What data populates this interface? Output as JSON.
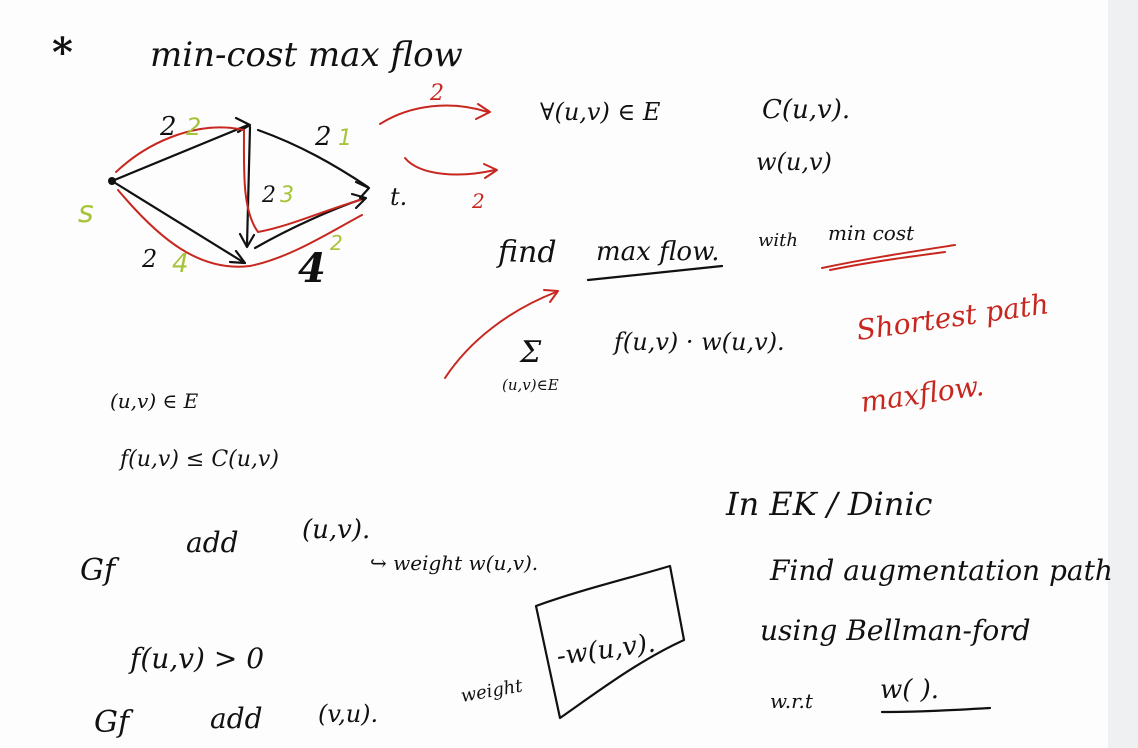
{
  "title": {
    "star": "*",
    "text": "min-cost max flow"
  },
  "graph": {
    "source_label": "s",
    "sink_label": "t.",
    "edges": [
      {
        "capacity": "2",
        "flow": "2"
      },
      {
        "capacity": "2",
        "flow": "1"
      },
      {
        "capacity": "2",
        "flow": "3"
      },
      {
        "capacity": "2",
        "flow": "4"
      },
      {
        "capacity": "4",
        "flow": "2"
      }
    ],
    "red_annotations": [
      "2",
      "2"
    ]
  },
  "definitions": {
    "edge_in_E": "∀(u,v) ∈ E",
    "capacity": "C(u,v).",
    "weight": "w(u,v)"
  },
  "goal": {
    "find": "find",
    "max_flow": "max flow.",
    "with": "with",
    "min_cost": "min cost",
    "sum_symbol": "Σ",
    "sum_subscript": "(u,v)∈E",
    "sum_expression": "f(u,v) · w(u,v)."
  },
  "red_notes": {
    "line1": "Shortest path",
    "line2": "maxflow."
  },
  "constraints": {
    "line1": "(u,v) ∈ E",
    "line2": "f(u,v) ≤ C(u,v)"
  },
  "residual": {
    "gf1": "Gf",
    "add1": "add",
    "edge1": "(u,v).",
    "arrow_weight1": "↪ weight  w(u,v).",
    "condition": "f(u,v) > 0",
    "gf2": "Gf",
    "add2": "add",
    "edge2": "(v,u).",
    "weight_label": "weight",
    "neg_weight": "-w(u,v)."
  },
  "algorithm": {
    "line1": "In EK / Dinic",
    "line2": "Find augmentation path",
    "line3": "using Bellman-ford",
    "line4_prefix": "w.r.t",
    "line4_value": "w( )."
  },
  "colors": {
    "ink": "#111111",
    "red": "#c7271f",
    "green": "#a6c43a",
    "paper": "#fdfdfd"
  }
}
